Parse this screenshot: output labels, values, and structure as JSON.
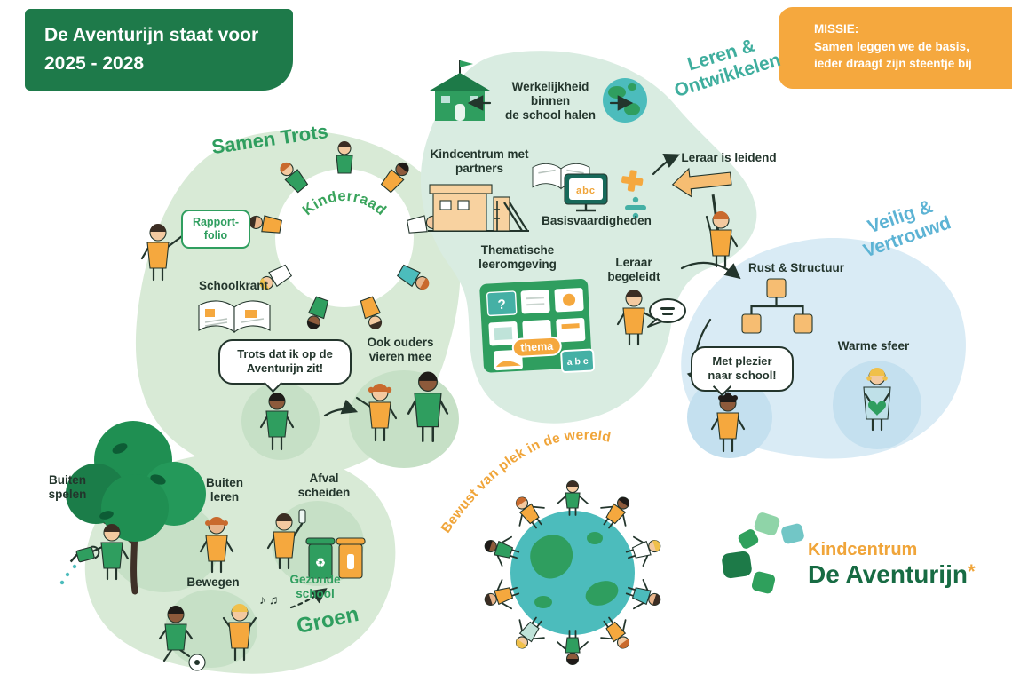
{
  "colors": {
    "banner_green": "#1e7a4a",
    "accent_green": "#2f9e5f",
    "orange": "#f5a83e",
    "teal": "#3fae9e",
    "blue": "#5cb3d4",
    "light_green_bg": "#d8ead6",
    "light_blue_bg": "#d9ebf5",
    "dark_text": "#23352c"
  },
  "header": {
    "line1": "De Aventurijn staat voor",
    "line2": "2025 - 2028"
  },
  "missie": {
    "label": "MISSIE:",
    "line1": "Samen leggen we de basis,",
    "line2": "ieder draagt zijn steentje bij"
  },
  "samen_trots": {
    "title": "Samen Trots",
    "rapportfolio_line1": "Rapport-",
    "rapportfolio_line2": "folio",
    "kinderraad": "Kinderraad",
    "schoolkrant": "Schoolkrant",
    "speech": "Trots dat ik op de Aventurijn zit!",
    "ouders": "Ook ouders vieren mee"
  },
  "leren": {
    "title_line1": "Leren &",
    "title_line2": "Ontwikkelen",
    "werkelijkheid_line1": "Werkelijkheid",
    "werkelijkheid_line2": "binnen",
    "werkelijkheid_line3": "de school halen",
    "partners": "Kindcentrum met partners",
    "leidend": "Leraar is leidend",
    "basis": "Basisvaardigheden",
    "monitor": "abc",
    "thematisch": "Thematische leeromgeving",
    "vraag": "?",
    "thema": "thema",
    "abc": "a b c",
    "begeleidt": "Leraar begeleidt"
  },
  "veilig": {
    "title_line1": "Veilig &",
    "title_line2": "Vertrouwd",
    "rust": "Rust & Structuur",
    "warm": "Warme sfeer",
    "speech": "Met plezier naar school!"
  },
  "groen": {
    "title": "Groen",
    "buiten_spelen": "Buiten spelen",
    "buiten_leren": "Buiten leren",
    "afval": "Afval scheiden",
    "bewegen": "Bewegen",
    "gezond": "Gezonde school"
  },
  "wereld": {
    "caption": "Bewust van plek in de wereld"
  },
  "logo": {
    "top": "Kindcentrum",
    "name": "De Aventurijn",
    "ster": "*"
  },
  "icons": {
    "recycle": "♻",
    "music_notes": "♪ ♫"
  }
}
